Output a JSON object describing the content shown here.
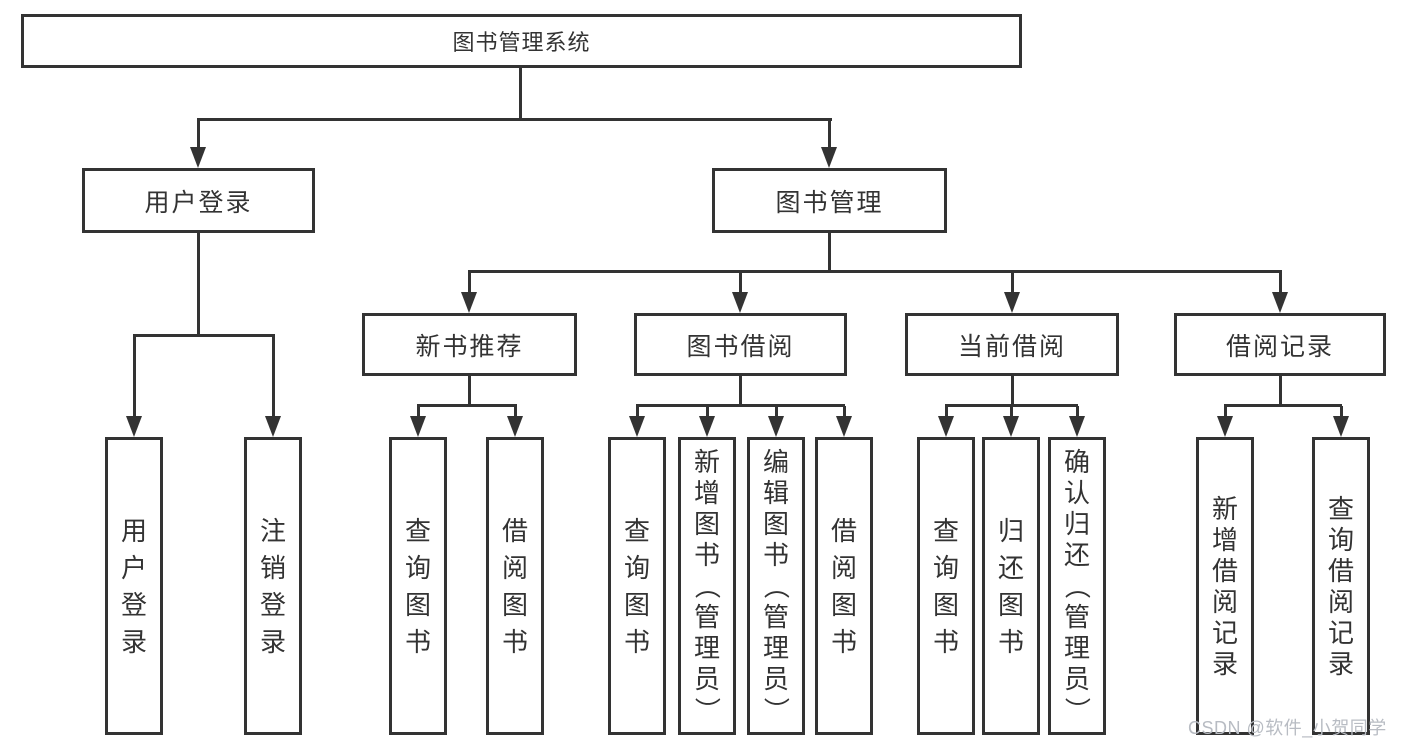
{
  "diagram": {
    "root": {
      "label": "图书管理系统"
    },
    "level2": [
      {
        "label": "用户登录"
      },
      {
        "label": "图书管理"
      }
    ],
    "level3": [
      {
        "label": "新书推荐",
        "parent": "图书管理"
      },
      {
        "label": "图书借阅",
        "parent": "图书管理"
      },
      {
        "label": "当前借阅",
        "parent": "图书管理"
      },
      {
        "label": "借阅记录",
        "parent": "图书管理"
      }
    ],
    "leaves": [
      {
        "label": "用户登录",
        "parent": "用户登录"
      },
      {
        "label": "注销登录",
        "parent": "用户登录"
      },
      {
        "label": "查询图书",
        "parent": "新书推荐"
      },
      {
        "label": "借阅图书",
        "parent": "新书推荐"
      },
      {
        "label": "查询图书",
        "parent": "图书借阅"
      },
      {
        "label": "新增图书（管理员）",
        "parent": "图书借阅"
      },
      {
        "label": "编辑图书（管理员）",
        "parent": "图书借阅"
      },
      {
        "label": "借阅图书",
        "parent": "图书借阅"
      },
      {
        "label": "查询图书",
        "parent": "当前借阅"
      },
      {
        "label": "归还图书",
        "parent": "当前借阅"
      },
      {
        "label": "确认归还（管理员）",
        "parent": "当前借阅"
      },
      {
        "label": "新增借阅记录",
        "parent": "借阅记录"
      },
      {
        "label": "查询借阅记录",
        "parent": "借阅记录"
      }
    ],
    "watermark": "CSDN @软件_小贺同学",
    "colors": {
      "line": "#333333",
      "text": "#333333",
      "watermark": "#b8bcc3",
      "background": "#ffffff"
    }
  }
}
